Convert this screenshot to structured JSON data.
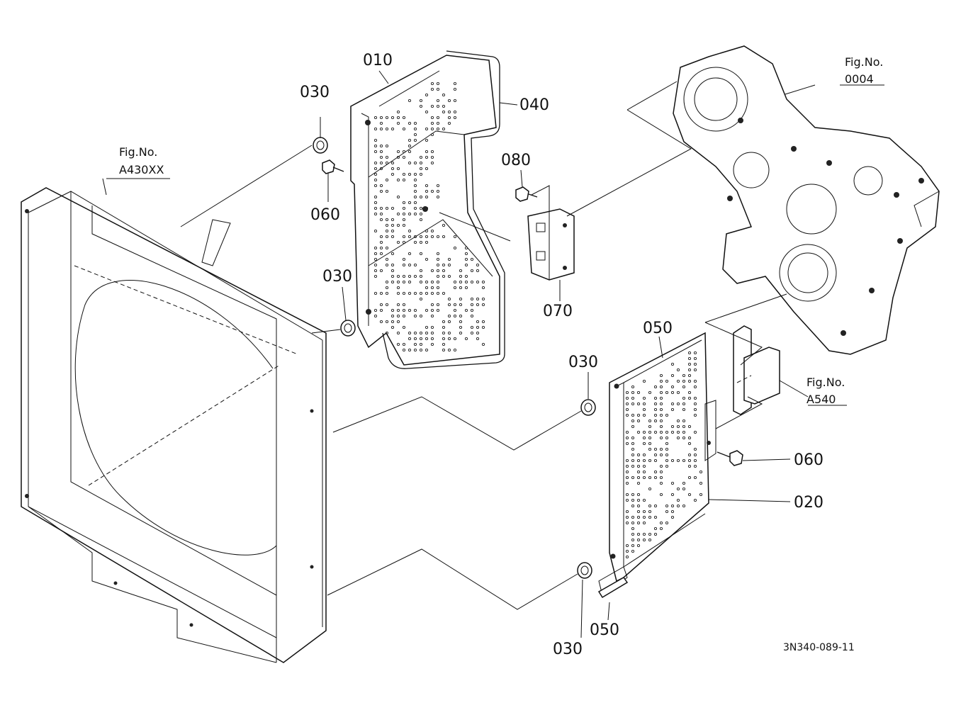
{
  "callouts": {
    "p010": "010",
    "p030_a": "030",
    "p030_b": "030",
    "p030_c": "030",
    "p030_d": "030",
    "p040": "040",
    "p060_a": "060",
    "p060_b": "060",
    "p080": "080",
    "p070": "070",
    "p050_a": "050",
    "p050_b": "050",
    "p020": "020"
  },
  "figure_refs": {
    "a430": {
      "label": "Fig.No.",
      "number": "A430XX"
    },
    "f0004": {
      "label": "Fig.No.",
      "number": "0004"
    },
    "a540": {
      "label": "Fig.No.",
      "number": "A540"
    }
  },
  "drawing_code": "3N340-089-11"
}
